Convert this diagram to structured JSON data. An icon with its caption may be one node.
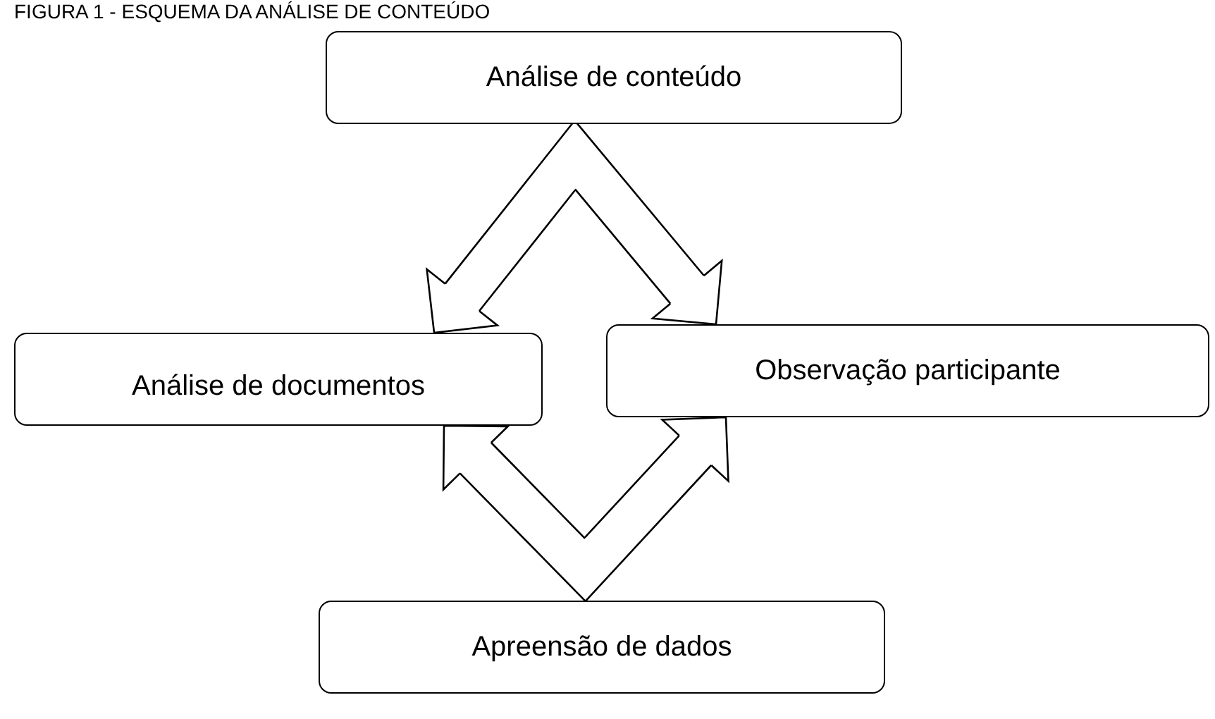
{
  "diagram": {
    "title": "FIGURA 1 - ESQUEMA DA ANÁLISE DE CONTEÚDO",
    "nodes": [
      {
        "text": [
          "Análise de conteúdo"
        ]
      },
      {
        "text": [
          "Análise de documentos"
        ]
      },
      {
        "text": [
          "Observação participante"
        ]
      },
      {
        "text": [
          "Apreensão de dados"
        ]
      }
    ],
    "edges": [
      {
        "from": 0,
        "to": 1,
        "arrow": "to"
      },
      {
        "from": 0,
        "to": 2,
        "arrow": "to"
      },
      {
        "from": 3,
        "to": 1,
        "arrow": "to"
      },
      {
        "from": 3,
        "to": 2,
        "arrow": "to"
      }
    ]
  }
}
